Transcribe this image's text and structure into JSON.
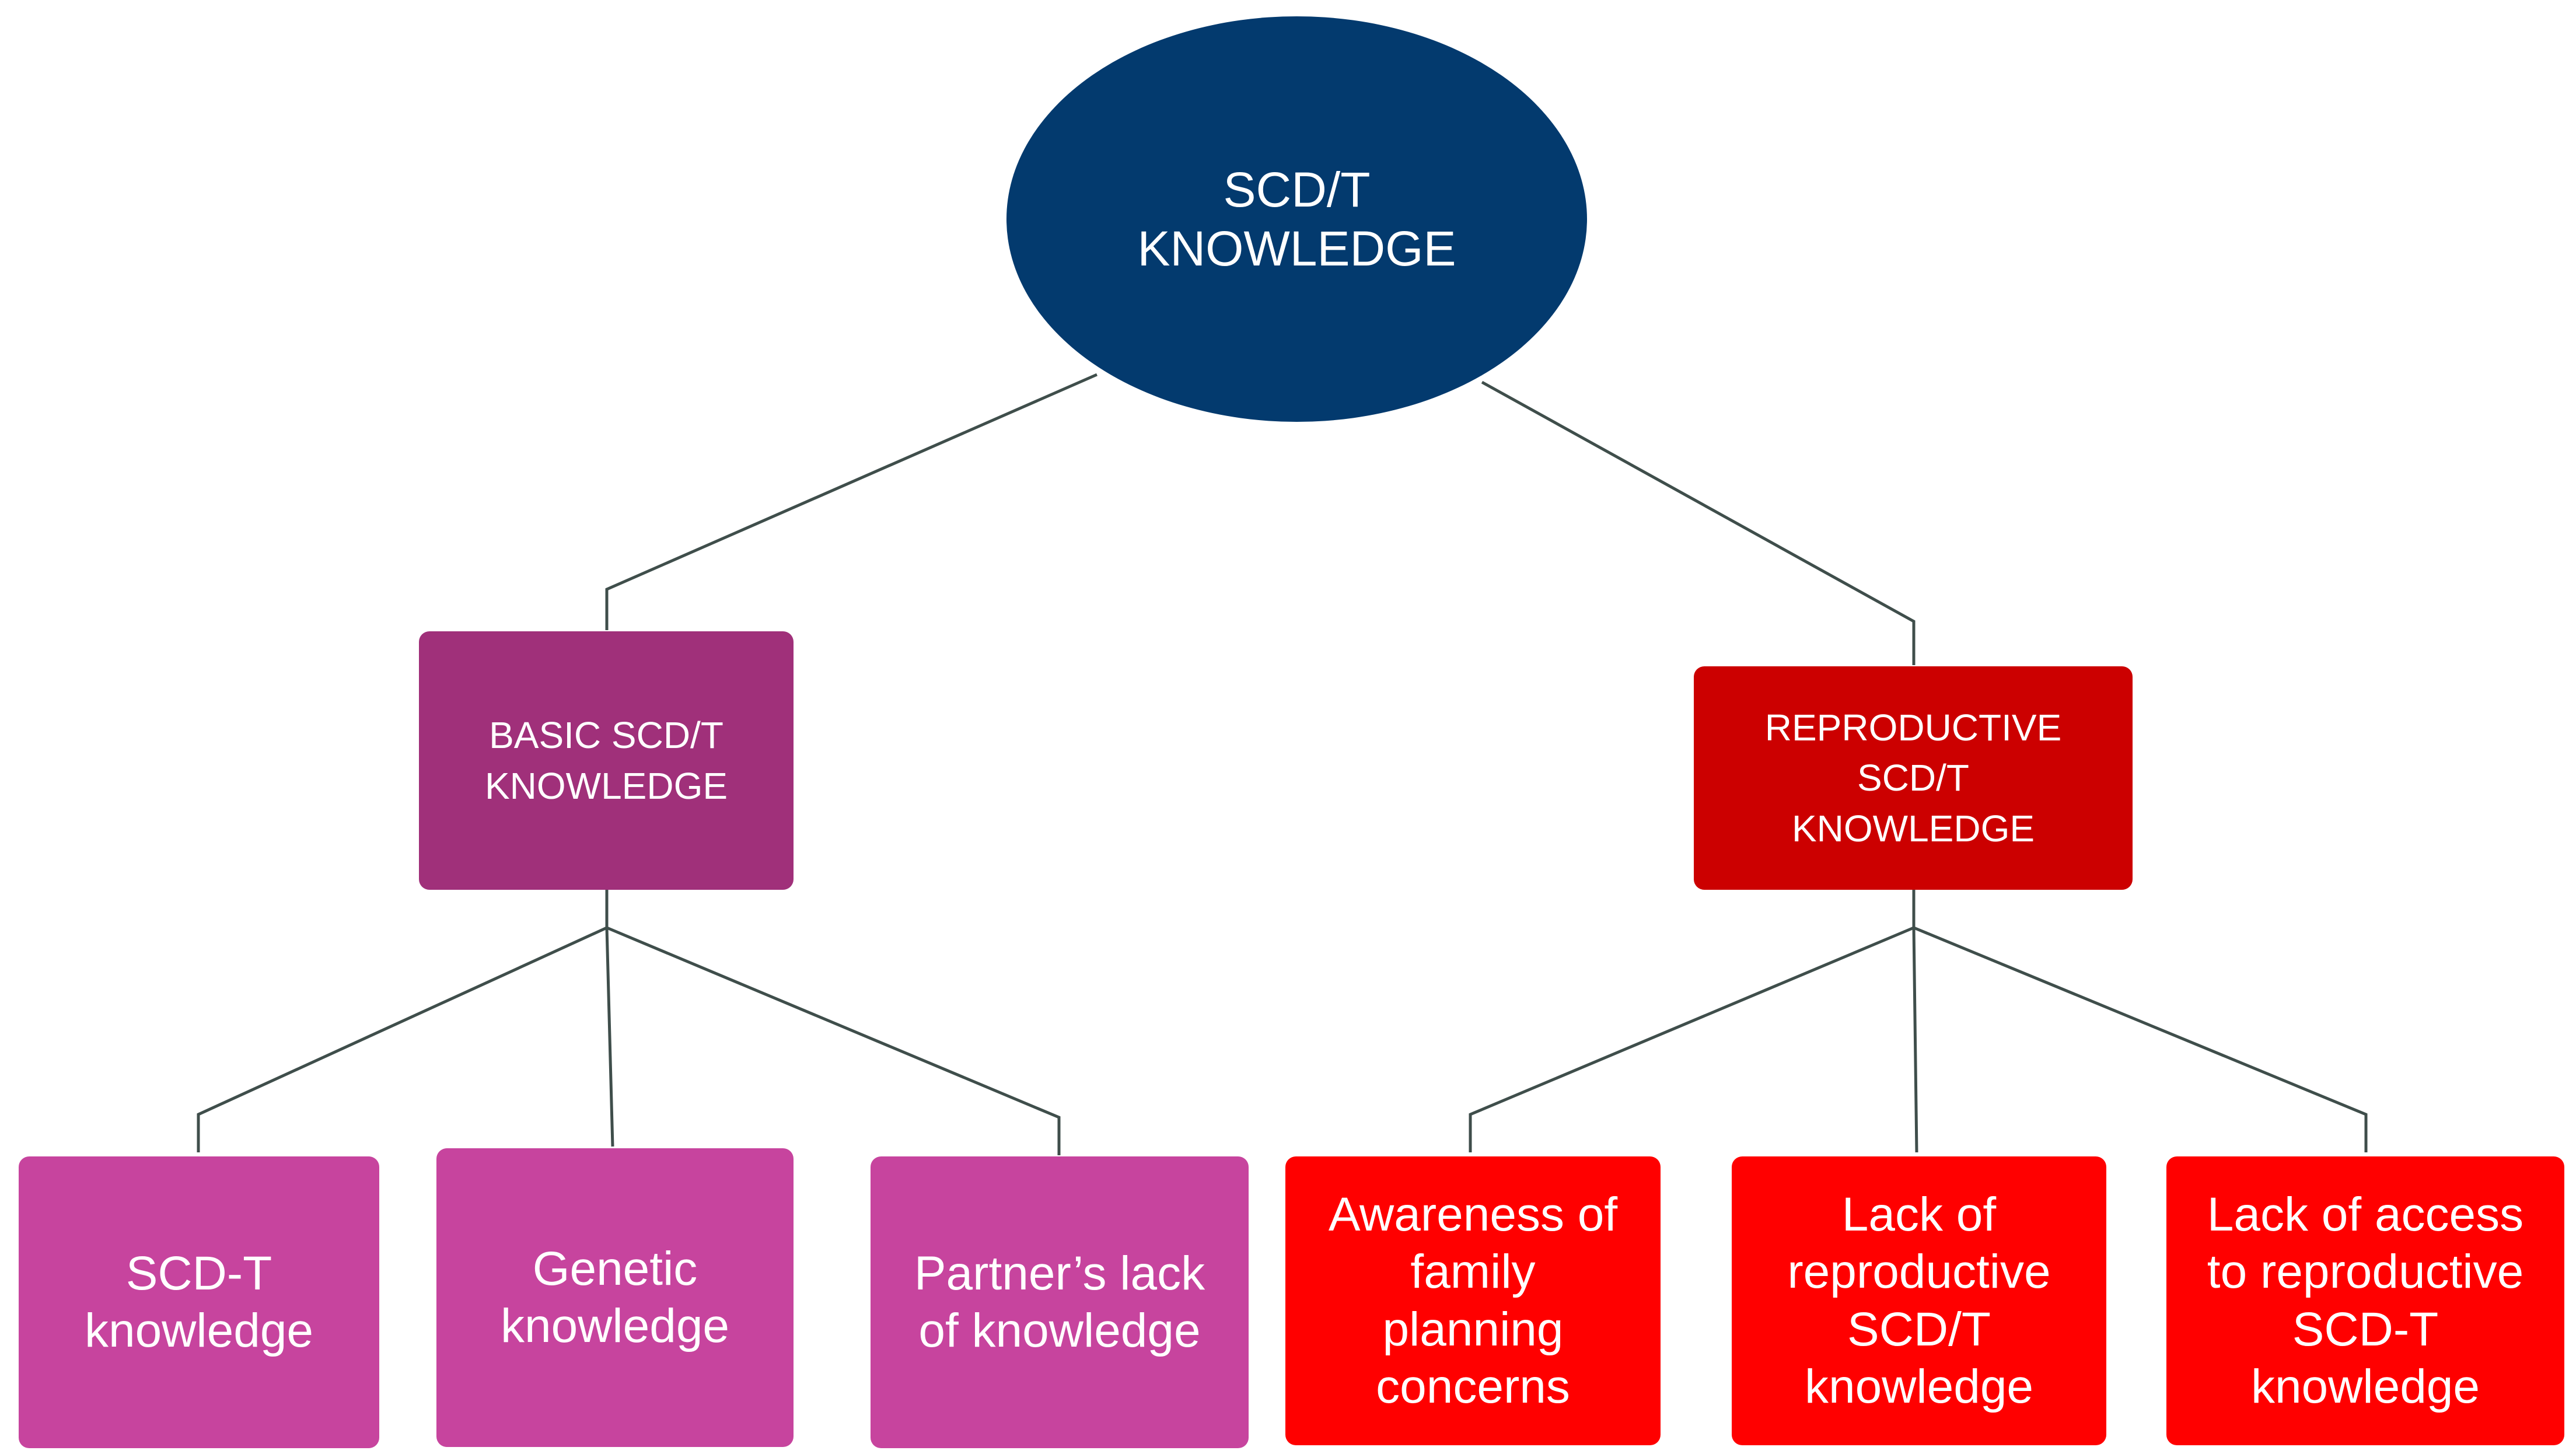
{
  "diagram": {
    "root": {
      "label": "SCD/T\nKNOWLEDGE",
      "color": "#033a6e"
    },
    "branches": [
      {
        "label": "BASIC SCD/T\nKNOWLEDGE",
        "color": "#a0307a",
        "children": [
          {
            "label": "SCD-T\nknowledge",
            "color": "#c7449e"
          },
          {
            "label": "Genetic\nknowledge",
            "color": "#c7449e"
          },
          {
            "label": "Partner’s lack\nof knowledge",
            "color": "#c7449e"
          }
        ]
      },
      {
        "label": "REPRODUCTIVE\nSCD/T\nKNOWLEDGE",
        "color": "#cc0000",
        "children": [
          {
            "label": "Awareness of\nfamily\nplanning\nconcerns",
            "color": "#ff0000"
          },
          {
            "label": "Lack of\nreproductive\nSCD/T\nknowledge",
            "color": "#ff0000"
          },
          {
            "label": "Lack of access\nto reproductive\nSCD-T\nknowledge",
            "color": "#ff0000"
          }
        ]
      }
    ]
  }
}
